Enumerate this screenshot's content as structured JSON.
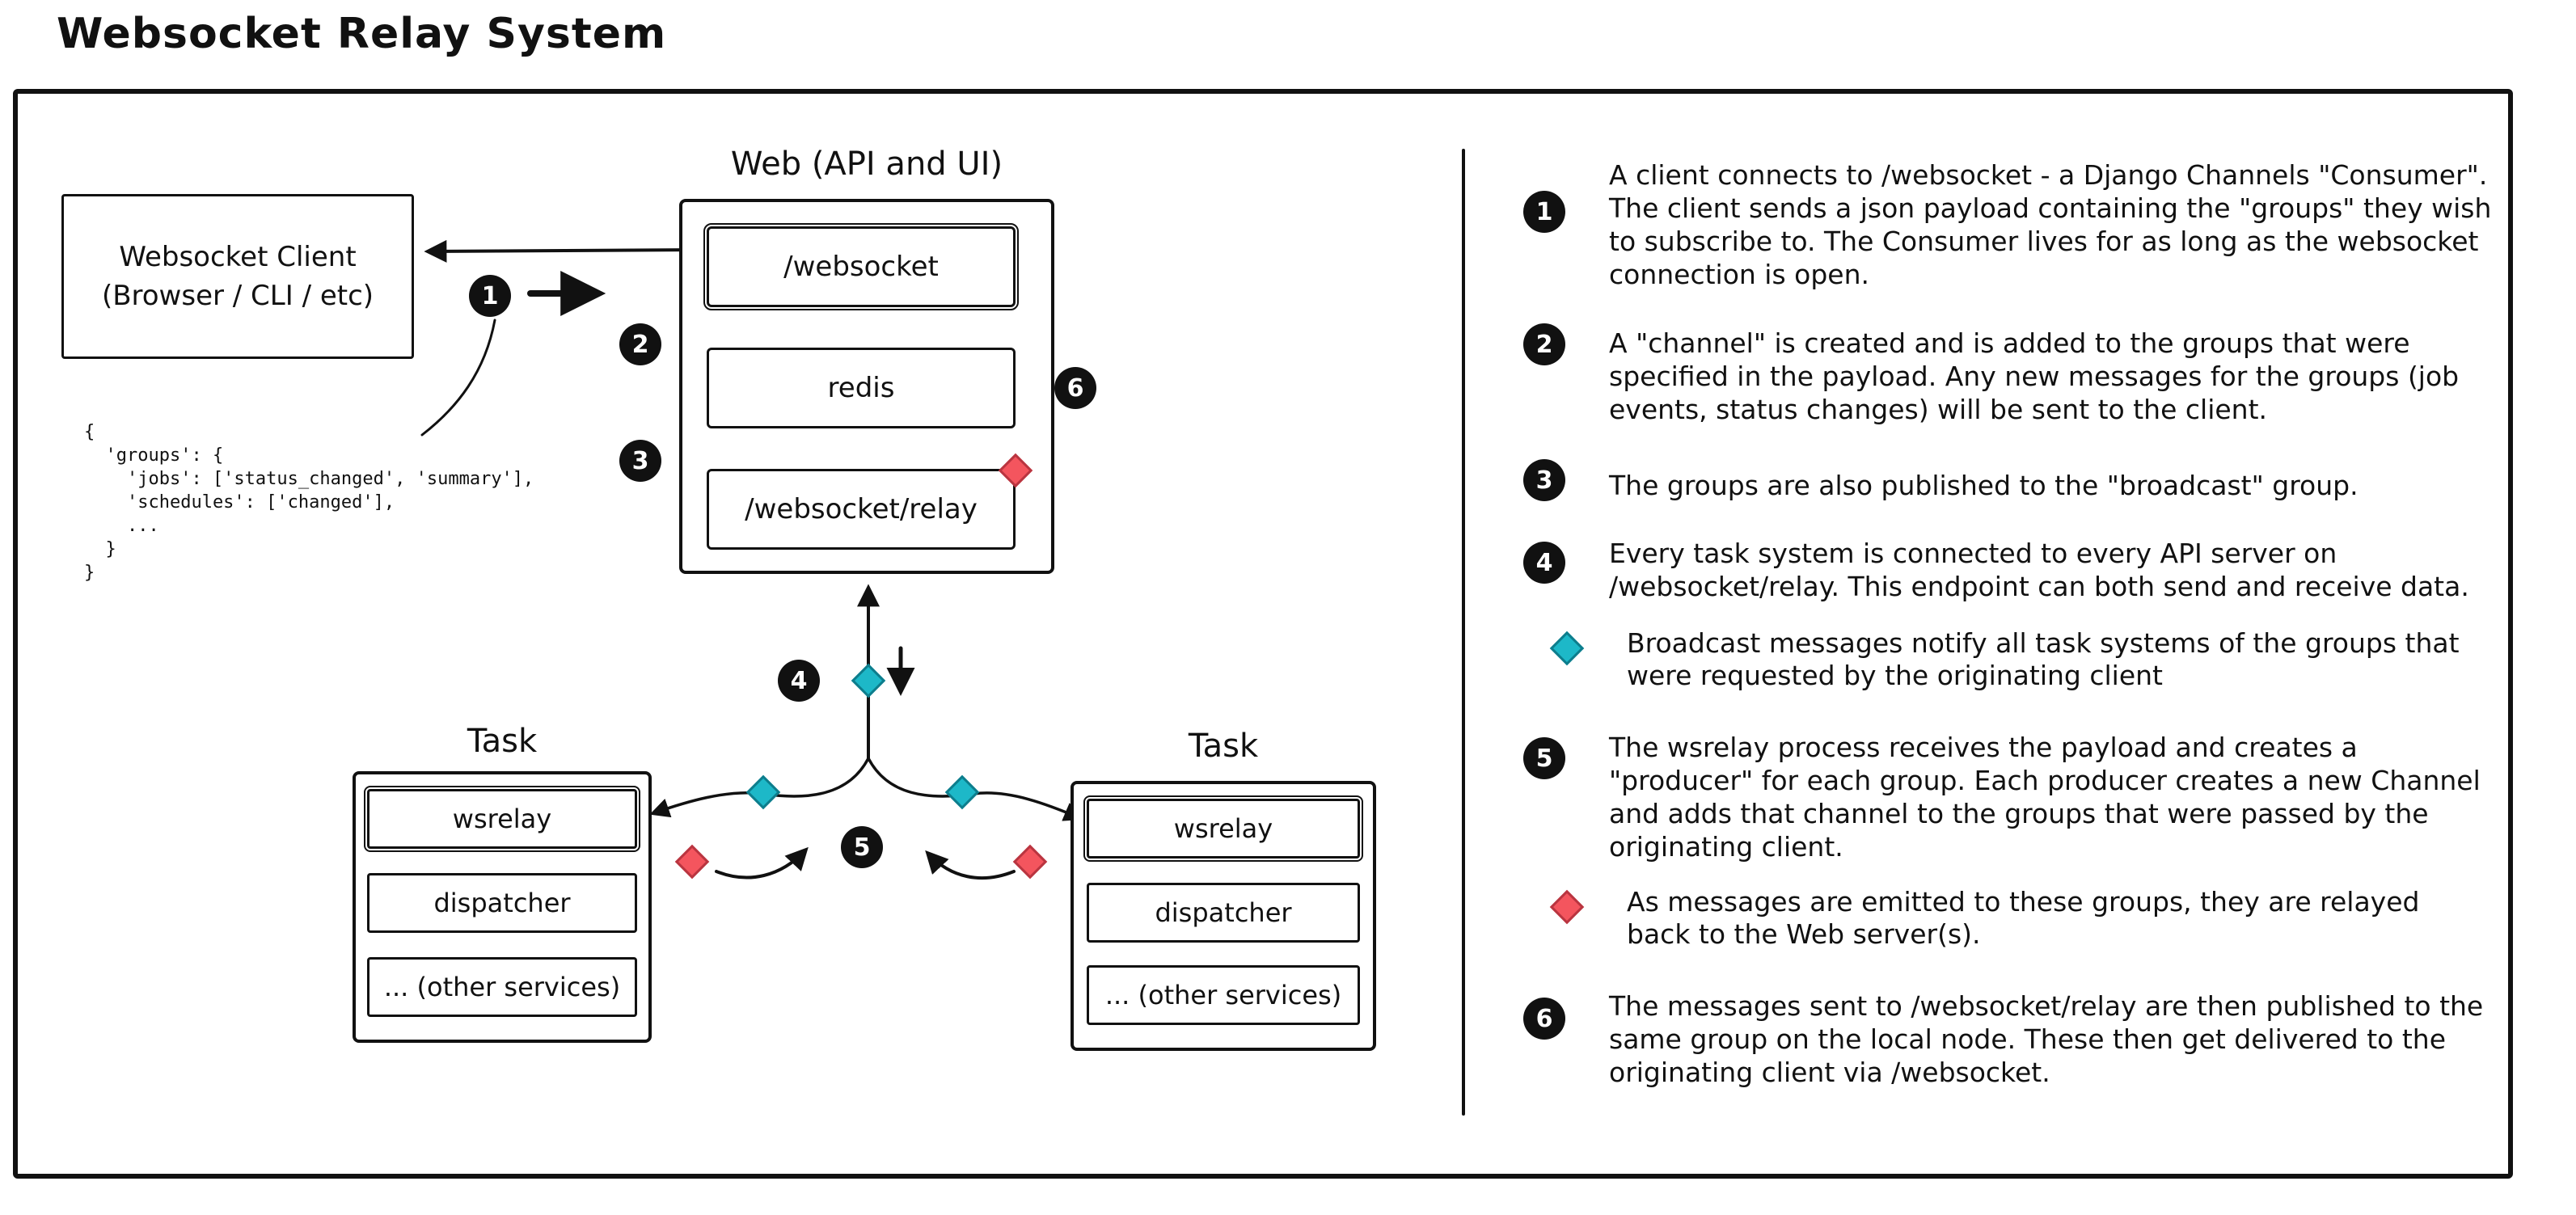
{
  "title": "Websocket Relay System",
  "colors": {
    "teal": "#1db8c8",
    "red": "#f4555e",
    "ink": "#111111"
  },
  "diagram": {
    "client": {
      "line1": "Websocket Client",
      "line2": "(Browser / CLI / etc)"
    },
    "payload": "{\n  'groups': {\n    'jobs': ['status_changed', 'summary'],\n    'schedules': ['changed'],\n    ...\n  }\n}",
    "web": {
      "label": "Web (API and UI)",
      "services": [
        "/websocket",
        "redis",
        "/websocket/relay"
      ]
    },
    "tasks": [
      {
        "label": "Task",
        "services": [
          "wsrelay",
          "dispatcher",
          "... (other services)"
        ]
      },
      {
        "label": "Task",
        "services": [
          "wsrelay",
          "dispatcher",
          "... (other services)"
        ]
      }
    ]
  },
  "legend": {
    "steps": [
      {
        "num": "1",
        "text": "A client connects to /websocket - a Django Channels \"Consumer\". The client sends a json payload containing the \"groups\" they wish to subscribe to. The Consumer lives for as long as the websocket connection is open."
      },
      {
        "num": "2",
        "text": "A \"channel\" is created and is added to the groups that were specified in the payload. Any new messages for the groups (job events, status changes) will be sent to the client."
      },
      {
        "num": "3",
        "text": "The groups are also published to the \"broadcast\" group."
      },
      {
        "num": "4",
        "text": "Every task system is connected to every API server on /websocket/relay. This endpoint can both send and receive data."
      },
      {
        "num": "5",
        "text": "The wsrelay process receives the payload and creates a \"producer\" for each group. Each producer creates a new Channel and adds that channel to the groups that were passed by the originating client."
      },
      {
        "num": "6",
        "text": "The messages sent to /websocket/relay are then published to the same group on the local node. These then get delivered to the originating client via /websocket."
      }
    ],
    "notes": {
      "broadcast": "Broadcast messages notify all task systems of the groups that were requested by the originating client",
      "relay": "As messages are emitted to these groups, they are relayed back to the Web server(s)."
    }
  }
}
